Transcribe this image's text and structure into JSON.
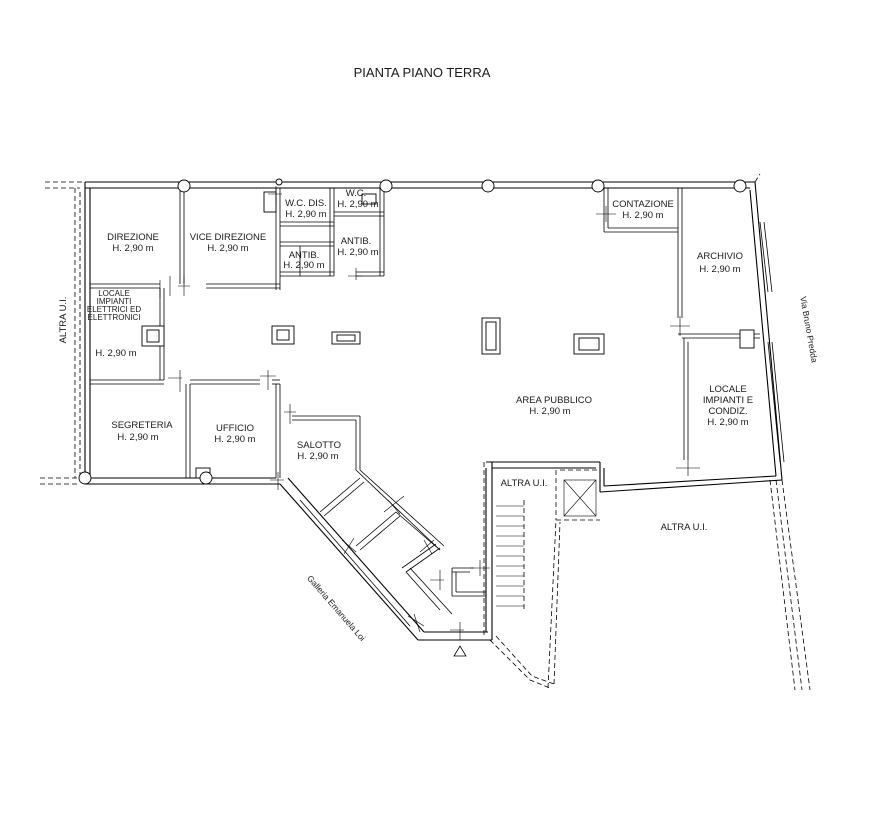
{
  "title": "PIANTA PIANO TERRA",
  "rooms": {
    "direzione": {
      "name": "DIREZIONE",
      "height": "H. 2,90 m"
    },
    "vice_direzione": {
      "name": "VICE DIREZIONE",
      "height": "H. 2,90 m"
    },
    "wc_dis": {
      "name": "W.C. DIS.",
      "height": "H. 2,90 m"
    },
    "wc": {
      "name": "W.C.",
      "height": "H. 2,90 m"
    },
    "antib_left": {
      "name": "ANTIB.",
      "height": "H. 2,90 m"
    },
    "antib_right": {
      "name": "ANTIB.",
      "height": "H. 2,90 m"
    },
    "contazione": {
      "name": "CONTAZIONE",
      "height": "H. 2,90 m"
    },
    "archivio": {
      "name": "ARCHIVIO",
      "height": "H. 2,90 m"
    },
    "locale_impianti_elettrici": {
      "name_lines": [
        "LOCALE",
        "IMPIANTI",
        "ELETTRICI ED",
        "ELETTRONICI"
      ],
      "height": "H. 2,90 m"
    },
    "area_pubblico": {
      "name": "AREA PUBBLICO",
      "height": "H. 2,90 m"
    },
    "locale_impianti_condiz": {
      "name_lines": [
        "LOCALE",
        "IMPIANTI E",
        "CONDIZ."
      ],
      "height": "H. 2,90 m"
    },
    "segreteria": {
      "name": "SEGRETERIA",
      "height": "H. 2,90 m"
    },
    "ufficio": {
      "name": "UFFICIO",
      "height": "H. 2,90 m"
    },
    "salotto": {
      "name": "SALOTTO",
      "height": "H. 2,90 m"
    }
  },
  "adjacent": {
    "altra_ui_left": "ALTRA U.I.",
    "altra_ui_stair": "ALTRA U.I.",
    "altra_ui_right": "ALTRA U.I."
  },
  "streets": {
    "via_bruno_predda": "Via Bruno Predda",
    "galleria_emanuela_loi": "Galleria Emanuela Loi"
  }
}
